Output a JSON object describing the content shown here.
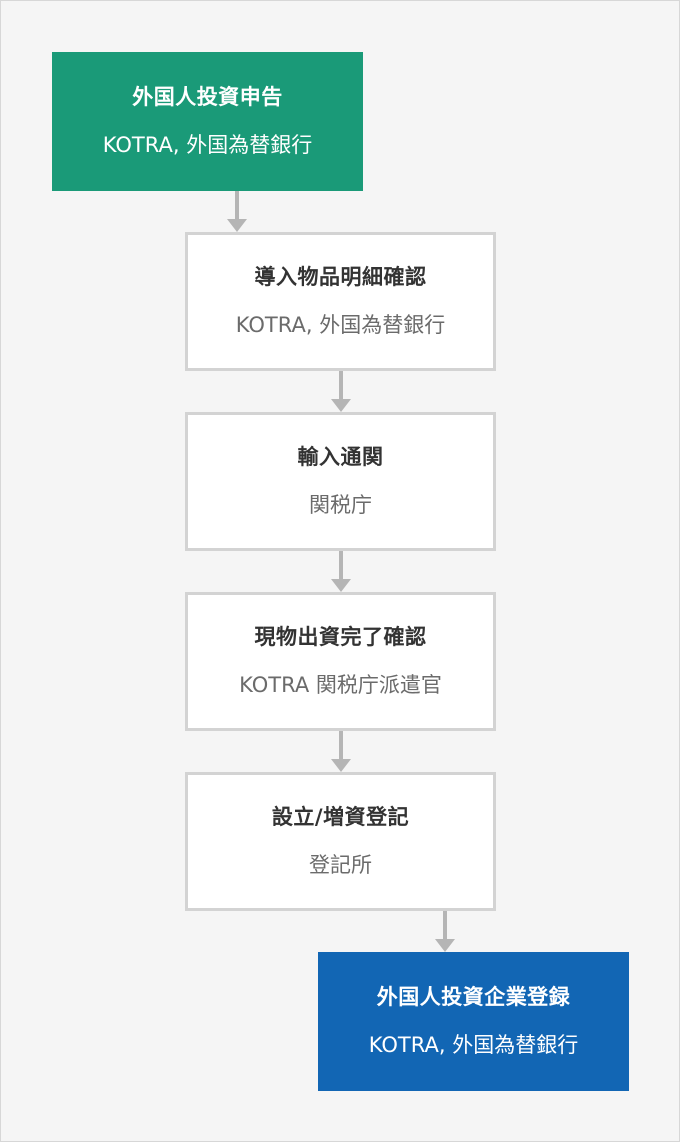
{
  "colors": {
    "start_box": "#1a9a78",
    "end_box": "#1266b4",
    "step_border": "#d3d3d3",
    "arrow": "#b5b5b5",
    "background": "#f5f5f5"
  },
  "steps": [
    {
      "title": "外国人投資申告",
      "subtitle": "KOTRA, 外国為替銀行"
    },
    {
      "title": "導入物品明細確認",
      "subtitle": "KOTRA, 外国為替銀行"
    },
    {
      "title": "輸入通関",
      "subtitle": "関税庁"
    },
    {
      "title": "現物出資完了確認",
      "subtitle": "KOTRA 関税庁派遣官"
    },
    {
      "title": "設立/増資登記",
      "subtitle": "登記所"
    },
    {
      "title": "外国人投資企業登録",
      "subtitle": "KOTRA, 外国為替銀行"
    }
  ]
}
